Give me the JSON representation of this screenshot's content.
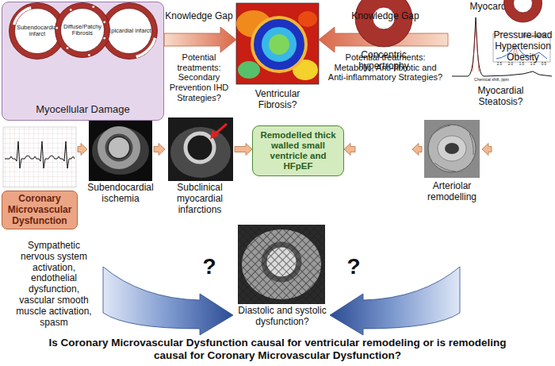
{
  "diagram": {
    "caption": "Is Coronary Microvascular Dysfunction causal for ventricular remodeling or is remodeling causal for Coronary Microvascular Dysfunction?",
    "nodes": [
      {
        "text": [
          "Myocellular Damage"
        ]
      },
      {
        "text": [
          "Subendocardial infarct"
        ],
        "in": 0
      },
      {
        "text": [
          "Epicardial infarct"
        ],
        "in": 0
      },
      {
        "text": [
          "Diffuse/Patchy Fibrosis"
        ],
        "in": 0
      },
      {
        "text": [
          "Ventricular Fibrosis?"
        ]
      },
      {
        "text": [
          "Myocardial TG",
          "Myocardial Steatosis?"
        ]
      },
      {
        "text": [
          "Coronary Microvascular Dysfunction"
        ]
      },
      {
        "text": [
          "Subendocardial ischemia"
        ]
      },
      {
        "text": [
          "Subclinical myocardial infarctions"
        ]
      },
      {
        "text": [
          "Remodelled thick walled small ventricle and HFpEF"
        ]
      },
      {
        "text": [
          "Concentric hypertrophy"
        ]
      },
      {
        "text": [
          "Arteriolar remodelling"
        ]
      },
      {
        "text": [
          "Pressure load Hypertension Obesity"
        ]
      },
      {
        "text": [
          "Diastolic and systolic dysfunction?"
        ]
      }
    ],
    "edges": [
      {
        "from": 0,
        "to": 4,
        "arrow": "to"
      },
      {
        "from": 5,
        "to": 4,
        "arrow": "to"
      },
      {
        "from": 6,
        "to": 7,
        "arrow": "to"
      },
      {
        "from": 7,
        "to": 8,
        "arrow": "to"
      },
      {
        "from": 8,
        "to": 9,
        "arrow": "to"
      },
      {
        "from": 10,
        "to": 9,
        "arrow": "to"
      },
      {
        "from": 11,
        "to": 10,
        "arrow": "to"
      },
      {
        "from": 12,
        "to": 11,
        "arrow": "to"
      }
    ],
    "labels": [
      "Knowledge Gap",
      "Potential treatments: Secondary Prevention IHD Strategies?",
      "Knowledge Gap",
      "Potential treatments: Metabolic, Anti-fibrotic and Anti-inflammatory Strategies?",
      "Myocardial TG",
      "2.5",
      "2.0",
      "1.5",
      "1.0",
      "0.5",
      "Chemical shift, ppm",
      "Sympathetic nervous system activation, endothelial dysfunction, vascular smooth muscle activation, spasm",
      "?",
      "?"
    ]
  }
}
